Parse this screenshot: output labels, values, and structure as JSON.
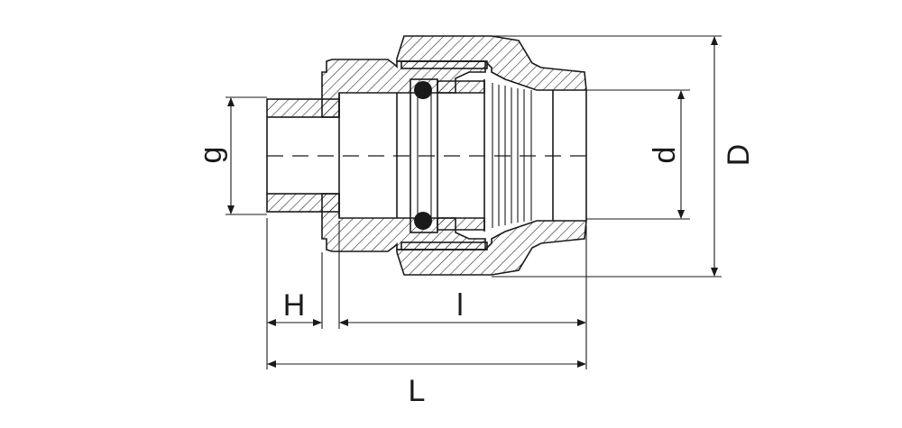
{
  "drawing": {
    "title_labels": {
      "g": "g",
      "d": "d",
      "D": "D",
      "H": "H",
      "l": "l",
      "L": "L"
    },
    "line_color": "#1a1a1a"
  }
}
